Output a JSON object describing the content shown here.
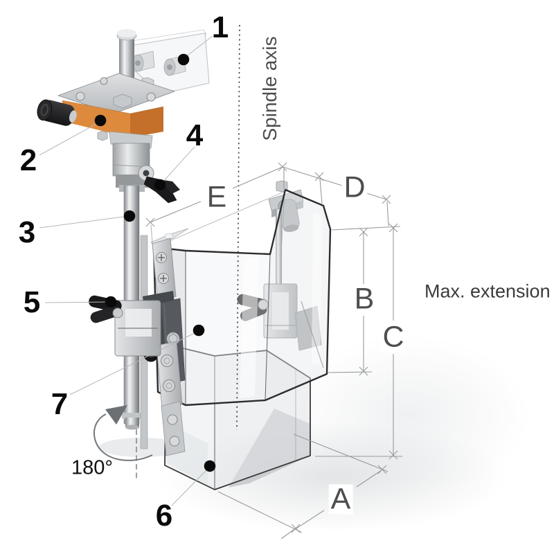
{
  "figure": {
    "background": "#ffffff"
  },
  "callouts": [
    {
      "label": "1"
    },
    {
      "label": "2"
    },
    {
      "label": "3"
    },
    {
      "label": "4"
    },
    {
      "label": "5"
    },
    {
      "label": "6"
    },
    {
      "label": "7"
    }
  ],
  "dimensions": {
    "a": "A",
    "b": "B",
    "c": "C",
    "d": "D",
    "e": "E"
  },
  "annotations": {
    "spindle_axis": "Spindle axis",
    "max_extension": "Max. extension",
    "rotation_angle": "180°"
  },
  "colors": {
    "accent_orange": "#dd8a3d",
    "accent_orange_dark": "#c4702a",
    "glass_edge": "#2d2d2f",
    "dimension_line": "#97999c",
    "dimension_text": "#4e4e50",
    "callout_text": "#0a0a0a",
    "knob_black": "#1b1b1d",
    "metal_light": "#e8eaec",
    "metal_mid": "#b9bcbf",
    "metal_dark": "#84888c"
  }
}
